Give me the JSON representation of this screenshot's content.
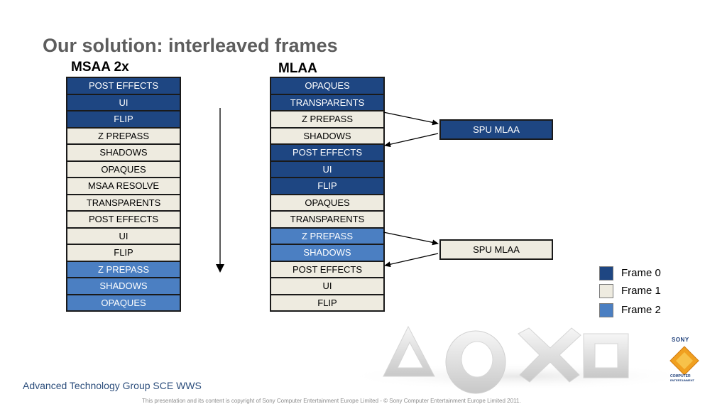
{
  "title": "Our solution: interleaved frames",
  "left": {
    "heading": "MSAA 2x",
    "cells": [
      {
        "label": "POST EFFECTS",
        "frame": 0
      },
      {
        "label": "UI",
        "frame": 0
      },
      {
        "label": "FLIP",
        "frame": 0
      },
      {
        "label": "Z PREPASS",
        "frame": 1
      },
      {
        "label": "SHADOWS",
        "frame": 1
      },
      {
        "label": "OPAQUES",
        "frame": 1
      },
      {
        "label": "MSAA RESOLVE",
        "frame": 1
      },
      {
        "label": "TRANSPARENTS",
        "frame": 1
      },
      {
        "label": "POST EFFECTS",
        "frame": 1
      },
      {
        "label": "UI",
        "frame": 1
      },
      {
        "label": "FLIP",
        "frame": 1
      },
      {
        "label": "Z PREPASS",
        "frame": 2
      },
      {
        "label": "SHADOWS",
        "frame": 2
      },
      {
        "label": "OPAQUES",
        "frame": 2
      }
    ]
  },
  "right": {
    "heading": "MLAA",
    "cells": [
      {
        "label": "OPAQUES",
        "frame": 0
      },
      {
        "label": "TRANSPARENTS",
        "frame": 0
      },
      {
        "label": "Z PREPASS",
        "frame": 1
      },
      {
        "label": "SHADOWS",
        "frame": 1
      },
      {
        "label": "POST EFFECTS",
        "frame": 0
      },
      {
        "label": "UI",
        "frame": 0
      },
      {
        "label": "FLIP",
        "frame": 0
      },
      {
        "label": "OPAQUES",
        "frame": 1
      },
      {
        "label": "TRANSPARENTS",
        "frame": 1
      },
      {
        "label": "Z PREPASS",
        "frame": 2
      },
      {
        "label": "SHADOWS",
        "frame": 2
      },
      {
        "label": "POST EFFECTS",
        "frame": 1
      },
      {
        "label": "UI",
        "frame": 1
      },
      {
        "label": "FLIP",
        "frame": 1
      }
    ]
  },
  "spu_boxes": [
    {
      "label": "SPU MLAA",
      "frame": 0
    },
    {
      "label": "SPU MLAA",
      "frame": 1
    }
  ],
  "legend": [
    {
      "label": "Frame 0",
      "color": "#1e4682"
    },
    {
      "label": "Frame 1",
      "color": "#eeebe0"
    },
    {
      "label": "Frame 2",
      "color": "#4b7fc2"
    }
  ],
  "colors": {
    "frame0": "#1e4682",
    "frame1": "#eeebe0",
    "frame2": "#4b7fc2",
    "footer": "#2c4e7c"
  },
  "footer": "Advanced Technology Group SCE WWS",
  "copyright": "This presentation and its content is copyright of Sony Computer Entertainment Europe Limited - © Sony Computer Entertainment Europe Limited 2011.",
  "logo": {
    "brand": "SONY",
    "line1": "COMPUTER",
    "line2": "ENTERTAINMENT"
  }
}
